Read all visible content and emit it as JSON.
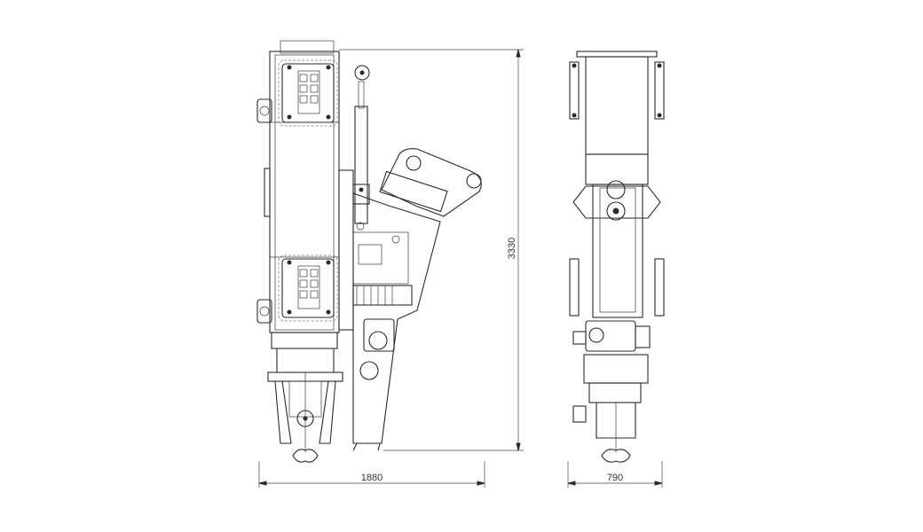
{
  "drawing": {
    "dimensions": {
      "side_width": "1880",
      "side_height": "3330",
      "front_width": "790"
    }
  }
}
